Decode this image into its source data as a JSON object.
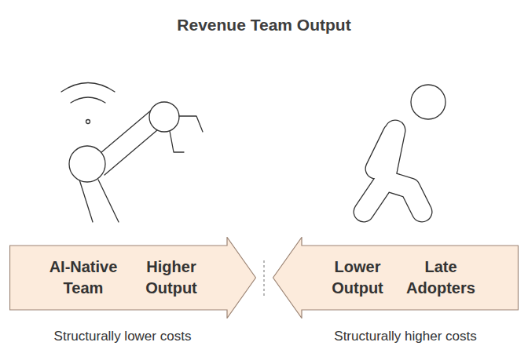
{
  "diagram": {
    "title": "Revenue Team Output",
    "nodes": [
      {
        "text": [
          "AI-Native Team",
          "Higher Output"
        ]
      },
      {
        "text": [
          "Lower Output",
          "Late Adopters"
        ]
      }
    ],
    "labels": [
      "Structurally lower costs",
      "Structurally higher costs"
    ]
  }
}
